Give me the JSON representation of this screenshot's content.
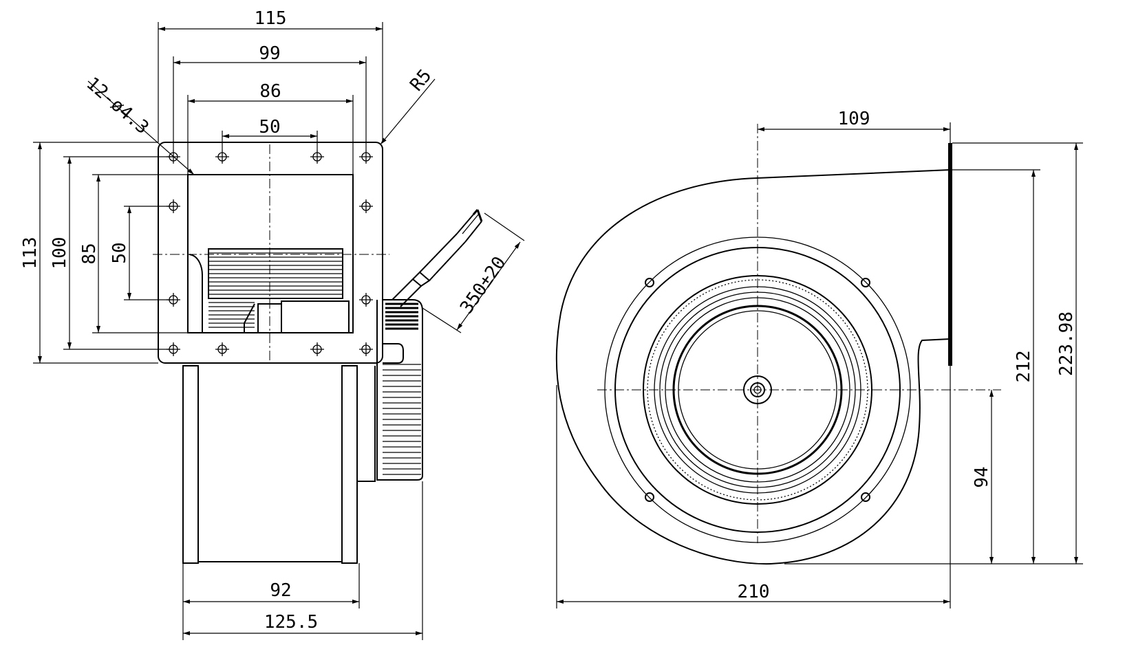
{
  "front_view": {
    "dim_115": "115",
    "dim_99": "99",
    "dim_86": "86",
    "dim_50_h": "50",
    "dim_113": "113",
    "dim_100": "100",
    "dim_85": "85",
    "dim_50_v": "50",
    "holes_note": "12-ø4.3",
    "radius_note": "R5",
    "cable_length": "350±20",
    "dim_92": "92",
    "dim_125_5": "125.5"
  },
  "side_view": {
    "dim_109": "109",
    "dim_212": "212",
    "dim_223_98": "223.98",
    "dim_94": "94",
    "dim_210": "210"
  }
}
